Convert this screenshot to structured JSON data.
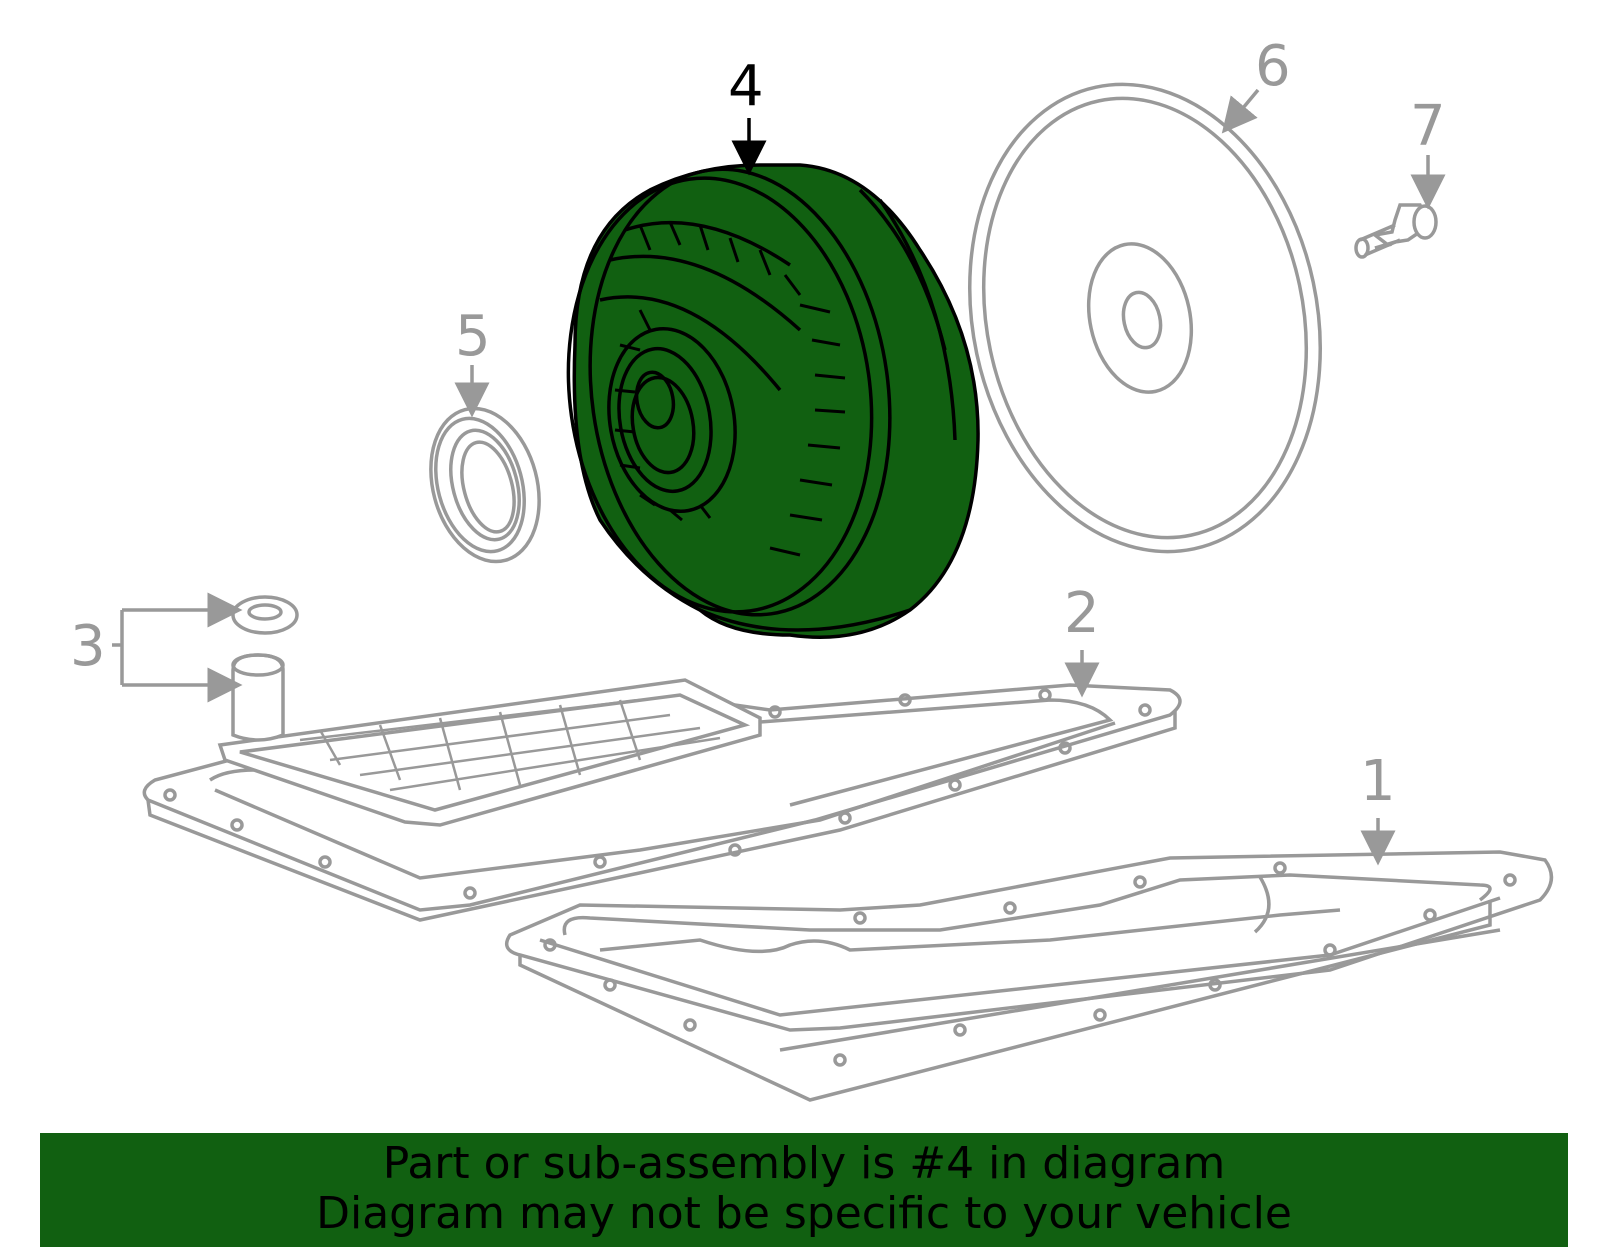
{
  "colors": {
    "highlight": "#116011",
    "part_outline": "#999999",
    "highlight_outline": "#000000"
  },
  "callouts": [
    {
      "id": "1",
      "label": "1"
    },
    {
      "id": "2",
      "label": "2"
    },
    {
      "id": "3",
      "label": "3"
    },
    {
      "id": "4",
      "label": "4"
    },
    {
      "id": "5",
      "label": "5"
    },
    {
      "id": "6",
      "label": "6"
    },
    {
      "id": "7",
      "label": "7"
    }
  ],
  "highlighted_part": "4",
  "banner": {
    "line1": "Part or sub-assembly is #4 in diagram",
    "line2": "Diagram may not be specific to your vehicle"
  }
}
